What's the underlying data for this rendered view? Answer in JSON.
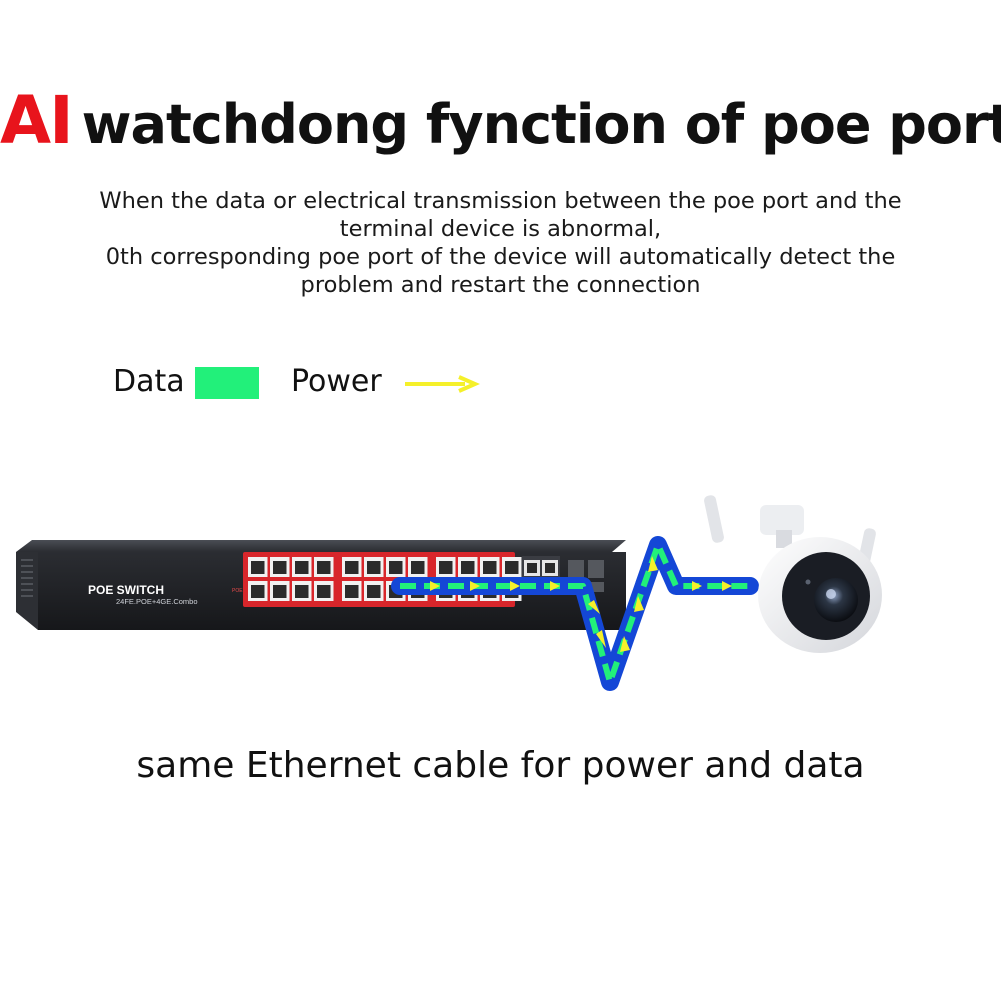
{
  "title": {
    "ai": "AI",
    "rest": "watchdong fynction of poe port"
  },
  "description": {
    "lines": [
      "When the data or electrical transmission between the poe port and the",
      "terminal device is abnormal,",
      "0th corresponding poe port of the device will automatically detect the",
      "problem and restart the connection"
    ]
  },
  "legend": {
    "data_label": "Data",
    "data_color": "#22f07a",
    "power_label": "Power",
    "power_color": "#f5f02a"
  },
  "switch": {
    "model_name": "POE SWITCH",
    "model_spec": "24FE.POE+4GE.Combo",
    "port_label": "POE Port",
    "body_color": "#1f2125",
    "poe_panel_color": "#d8262b"
  },
  "cable": {
    "cable_color": "#1447d6"
  },
  "caption": "same Ethernet cable for power and data"
}
